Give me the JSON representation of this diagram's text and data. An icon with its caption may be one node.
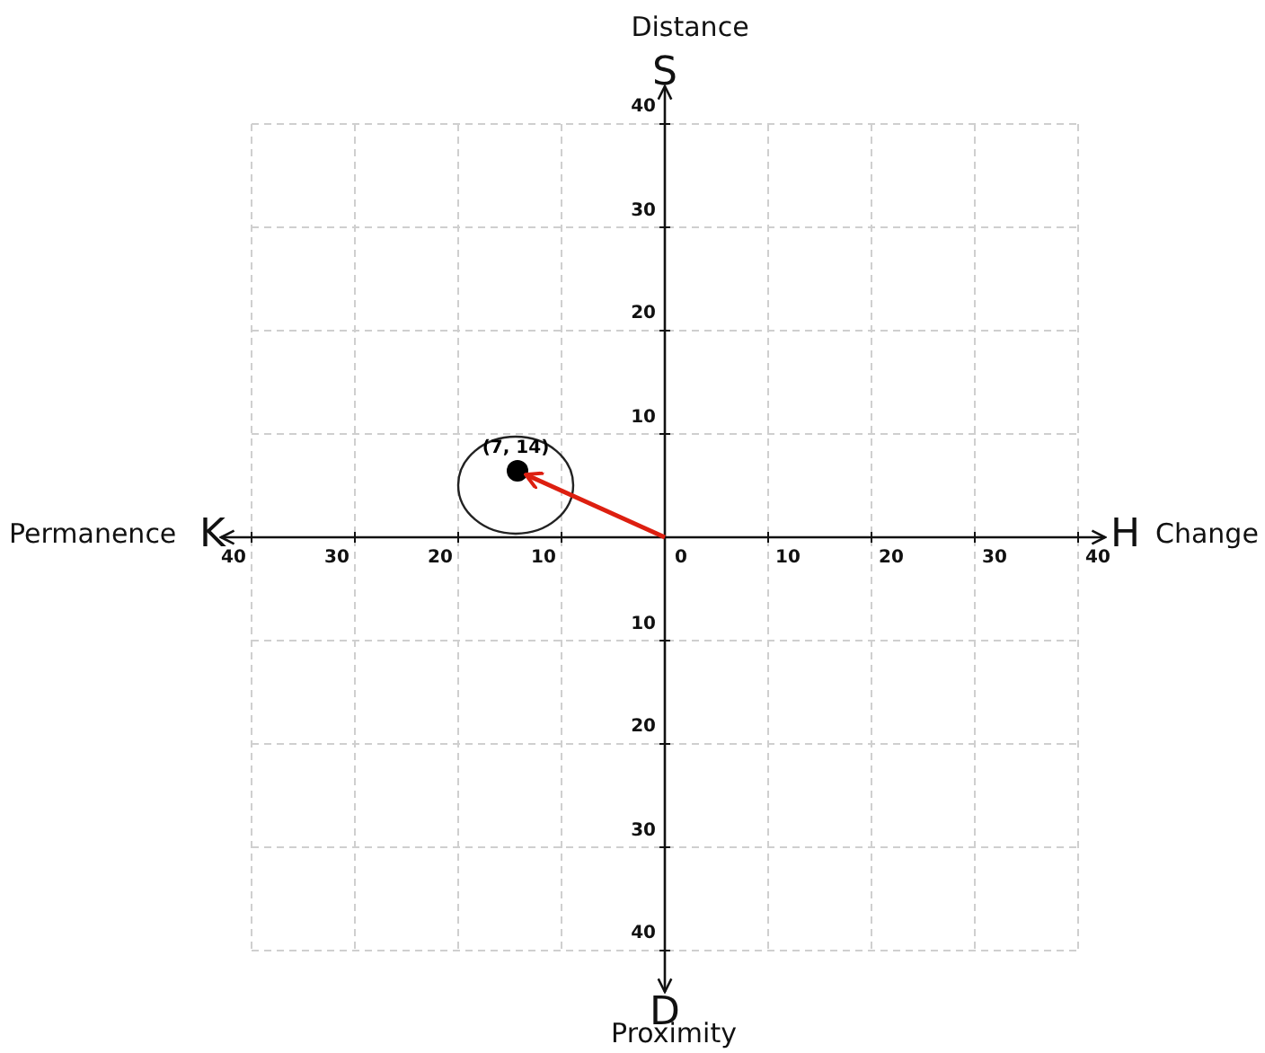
{
  "diagram": {
    "nodes": [
      {
        "text": [
          "(7, 14)"
        ]
      },
      {
        "text": [],
        "shape": "circle",
        "in": 0
      }
    ],
    "edges": [
      {
        "from": null,
        "to": 1,
        "arrow": "to"
      }
    ],
    "labels": [
      "Distance",
      "S",
      "40",
      "30",
      "20",
      "10",
      "Permanence",
      "K",
      "H",
      "Change",
      "40",
      "30",
      "20",
      "10",
      "0",
      "10",
      "20",
      "30",
      "40",
      "10",
      "20",
      "30",
      "40",
      "D",
      "Proximity"
    ]
  }
}
